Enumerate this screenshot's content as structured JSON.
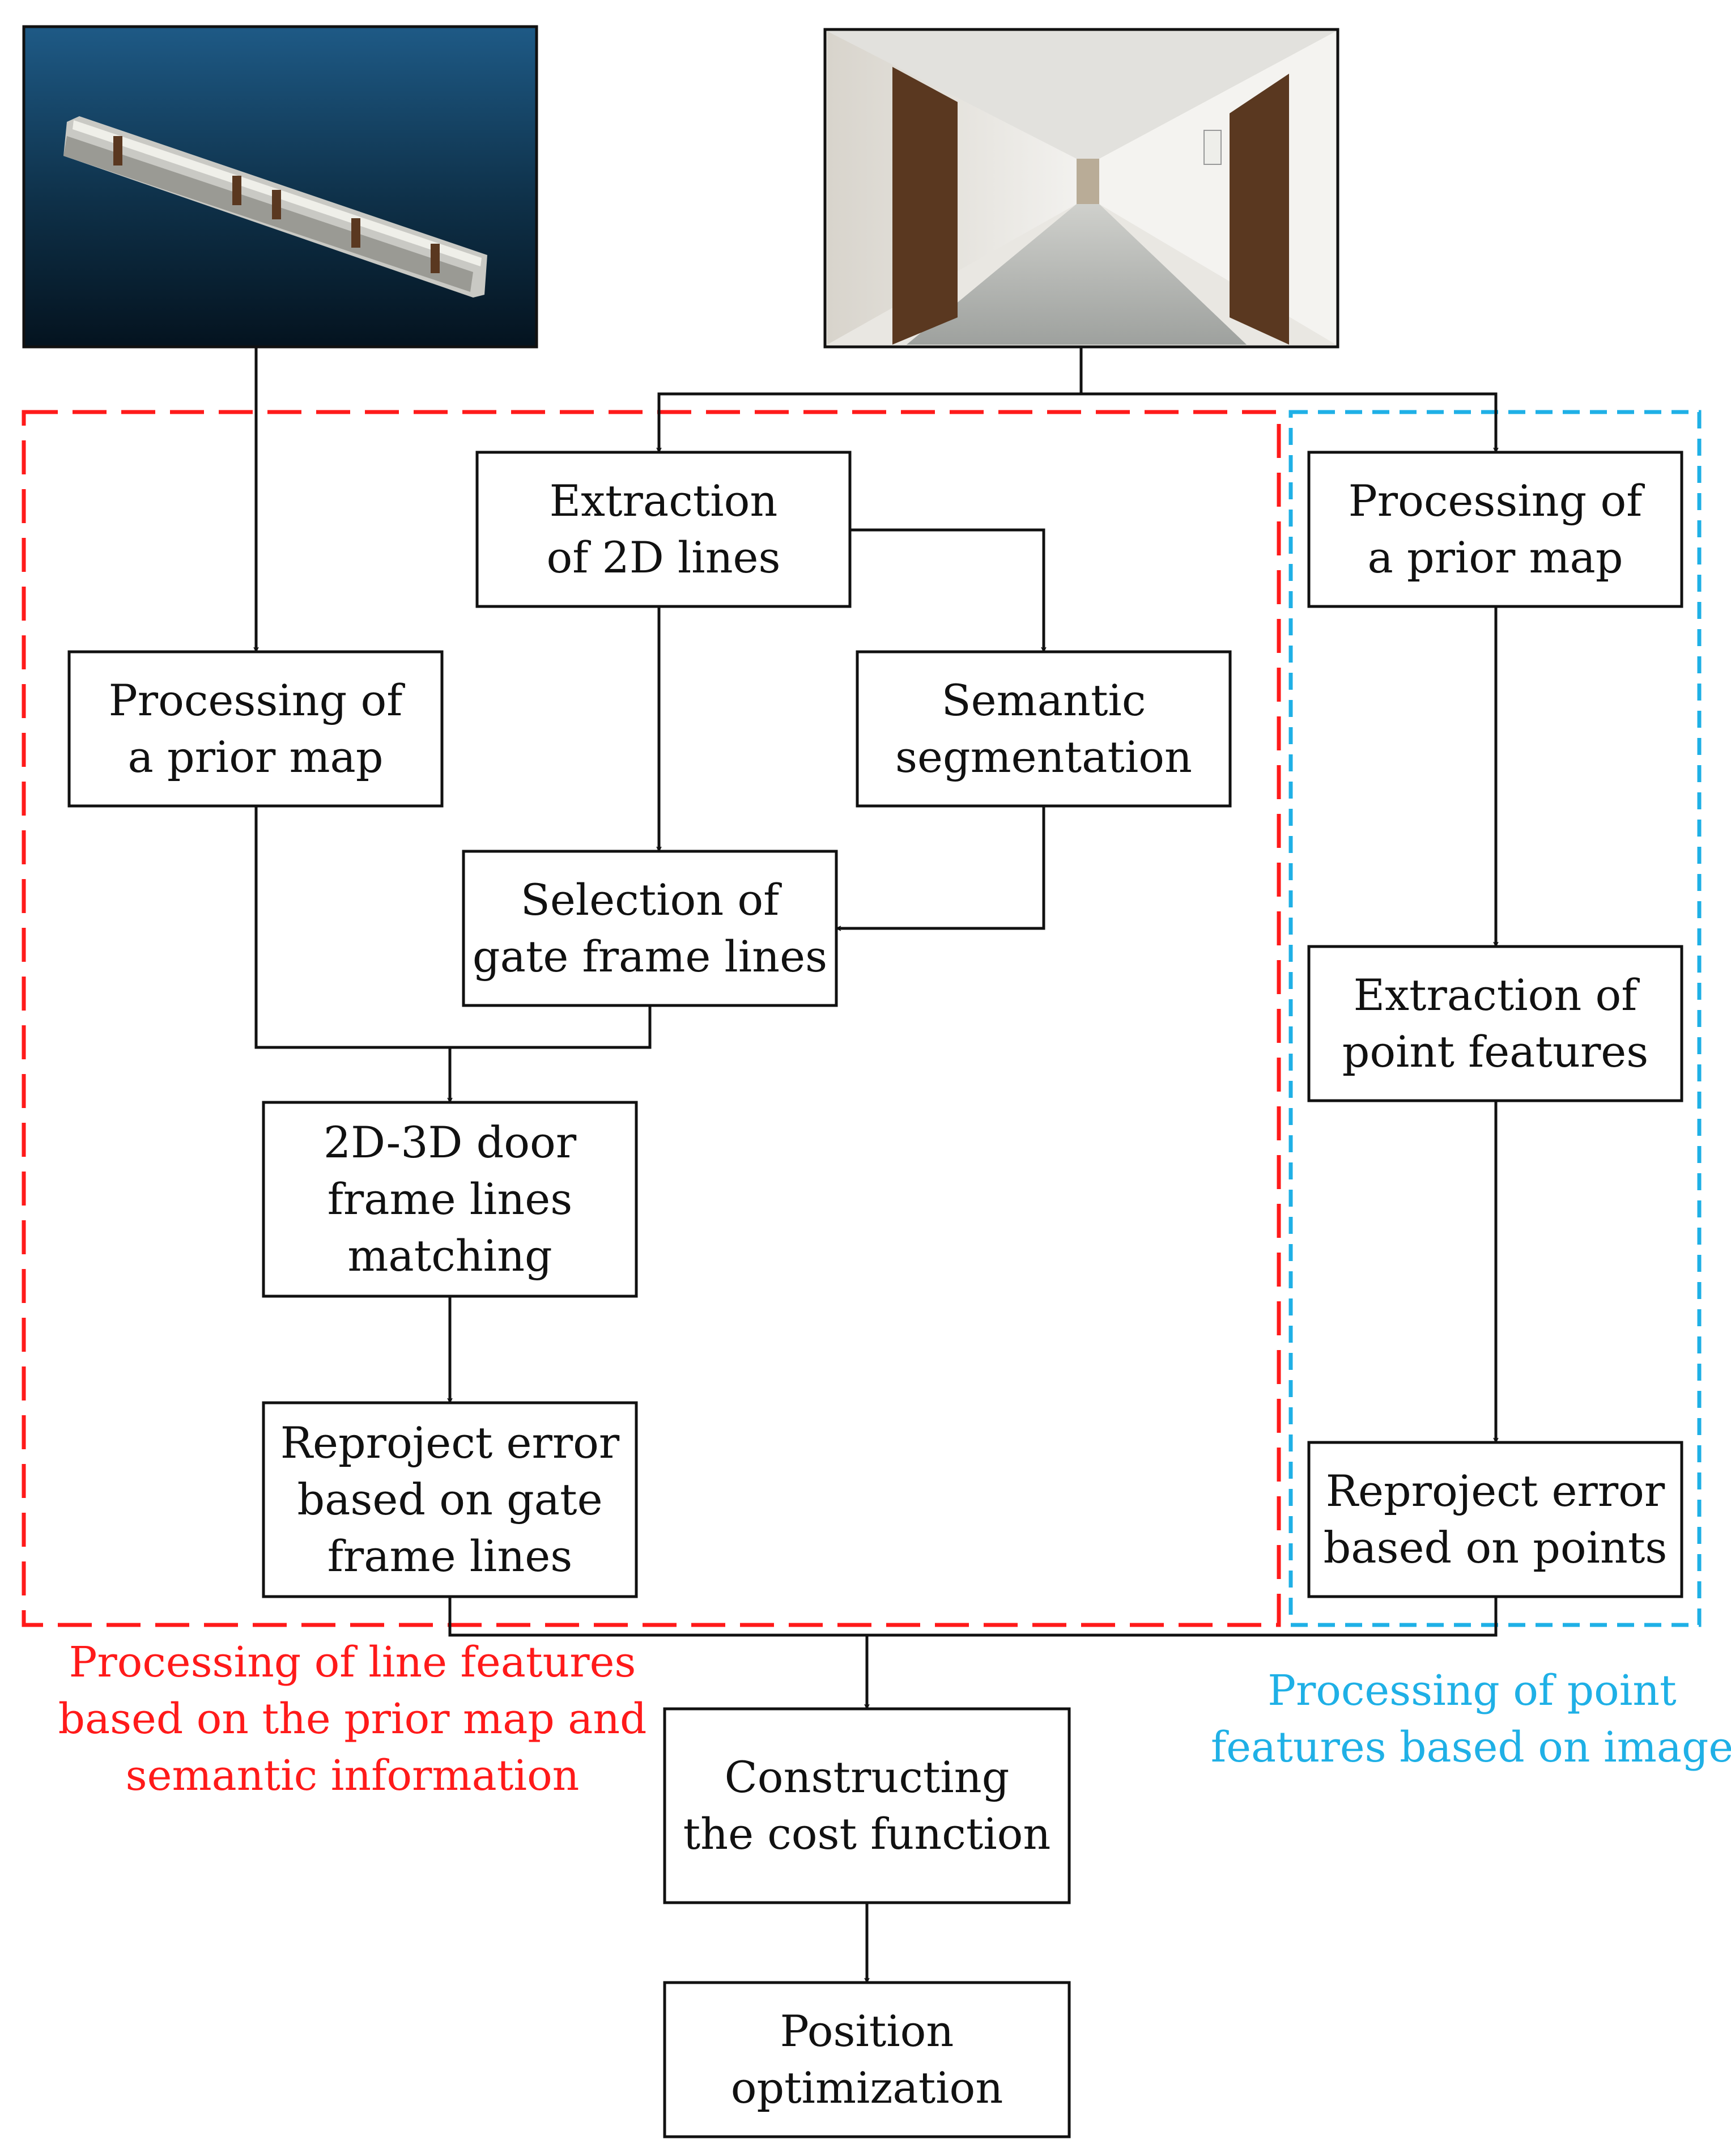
{
  "colors": {
    "line_group": "#ff1a1a",
    "point_group": "#1fb0e6",
    "edge": "#111111"
  },
  "images": {
    "point_cloud": "3D point cloud of corridor (prior map)",
    "corridor_photo": "Photo of indoor corridor with doors"
  },
  "nodes": {
    "extract_2d_lines": [
      "Extraction",
      "of 2D lines"
    ],
    "prior_map_left": [
      "Processing of",
      "a prior map"
    ],
    "semantic_seg": [
      "Semantic",
      "segmentation"
    ],
    "select_gate": [
      "Selection of",
      "gate frame lines"
    ],
    "door_matching": [
      "2D-3D door",
      "frame lines",
      "matching"
    ],
    "reproject_lines": [
      "Reproject error",
      "based on gate",
      "frame lines"
    ],
    "prior_map_right": [
      "Processing of",
      "a prior map"
    ],
    "extract_points": [
      "Extraction of",
      "point features"
    ],
    "reproject_points": [
      "Reproject error",
      "based on points"
    ],
    "cost_function": [
      "Constructing",
      "the cost function"
    ],
    "position_opt": [
      "Position",
      "optimization"
    ]
  },
  "groups": {
    "line_group_caption": [
      "Processing of line features",
      "based on the prior map and",
      "semantic information"
    ],
    "point_group_caption": [
      "Processing of point",
      "features based on image"
    ]
  }
}
